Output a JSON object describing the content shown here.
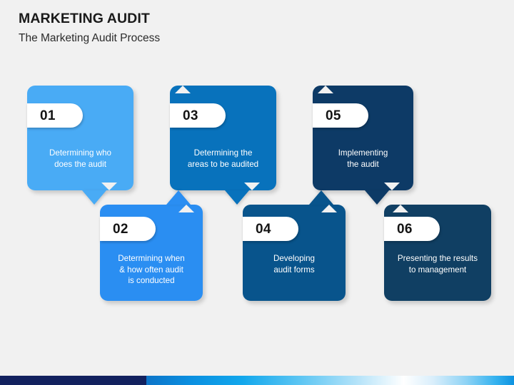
{
  "header": {
    "title": "MARKETING AUDIT",
    "subtitle": "The Marketing Audit Process"
  },
  "colors": {
    "background": "#f1f1f1",
    "step_01": "#49abf5",
    "step_02": "#2a8ef2",
    "step_03": "#0872bc",
    "step_04": "#08548c",
    "step_05": "#0d3a66",
    "step_06": "#103f63",
    "badge_bg": "#ffffff",
    "badge_text": "#141414",
    "caption_text": "#ffffff",
    "bar_navy": "#12215e",
    "bar_blue": "#0d92e0"
  },
  "diagram": {
    "name": "marketing-audit-process",
    "steps": [
      {
        "number": "01",
        "label": "Determining who\ndoes the audit",
        "color": "#49abf5",
        "row": "top"
      },
      {
        "number": "02",
        "label": "Determining when\n& how often audit\nis conducted",
        "color": "#2a8ef2",
        "row": "bottom"
      },
      {
        "number": "03",
        "label": "Determining the\nareas to be audited",
        "color": "#0872bc",
        "row": "top"
      },
      {
        "number": "04",
        "label": "Developing\naudit forms",
        "color": "#08548c",
        "row": "bottom"
      },
      {
        "number": "05",
        "label": "Implementing\nthe audit",
        "color": "#0d3a66",
        "row": "top"
      },
      {
        "number": "06",
        "label": "Presenting the results\nto management",
        "color": "#103f63",
        "row": "bottom"
      }
    ]
  }
}
